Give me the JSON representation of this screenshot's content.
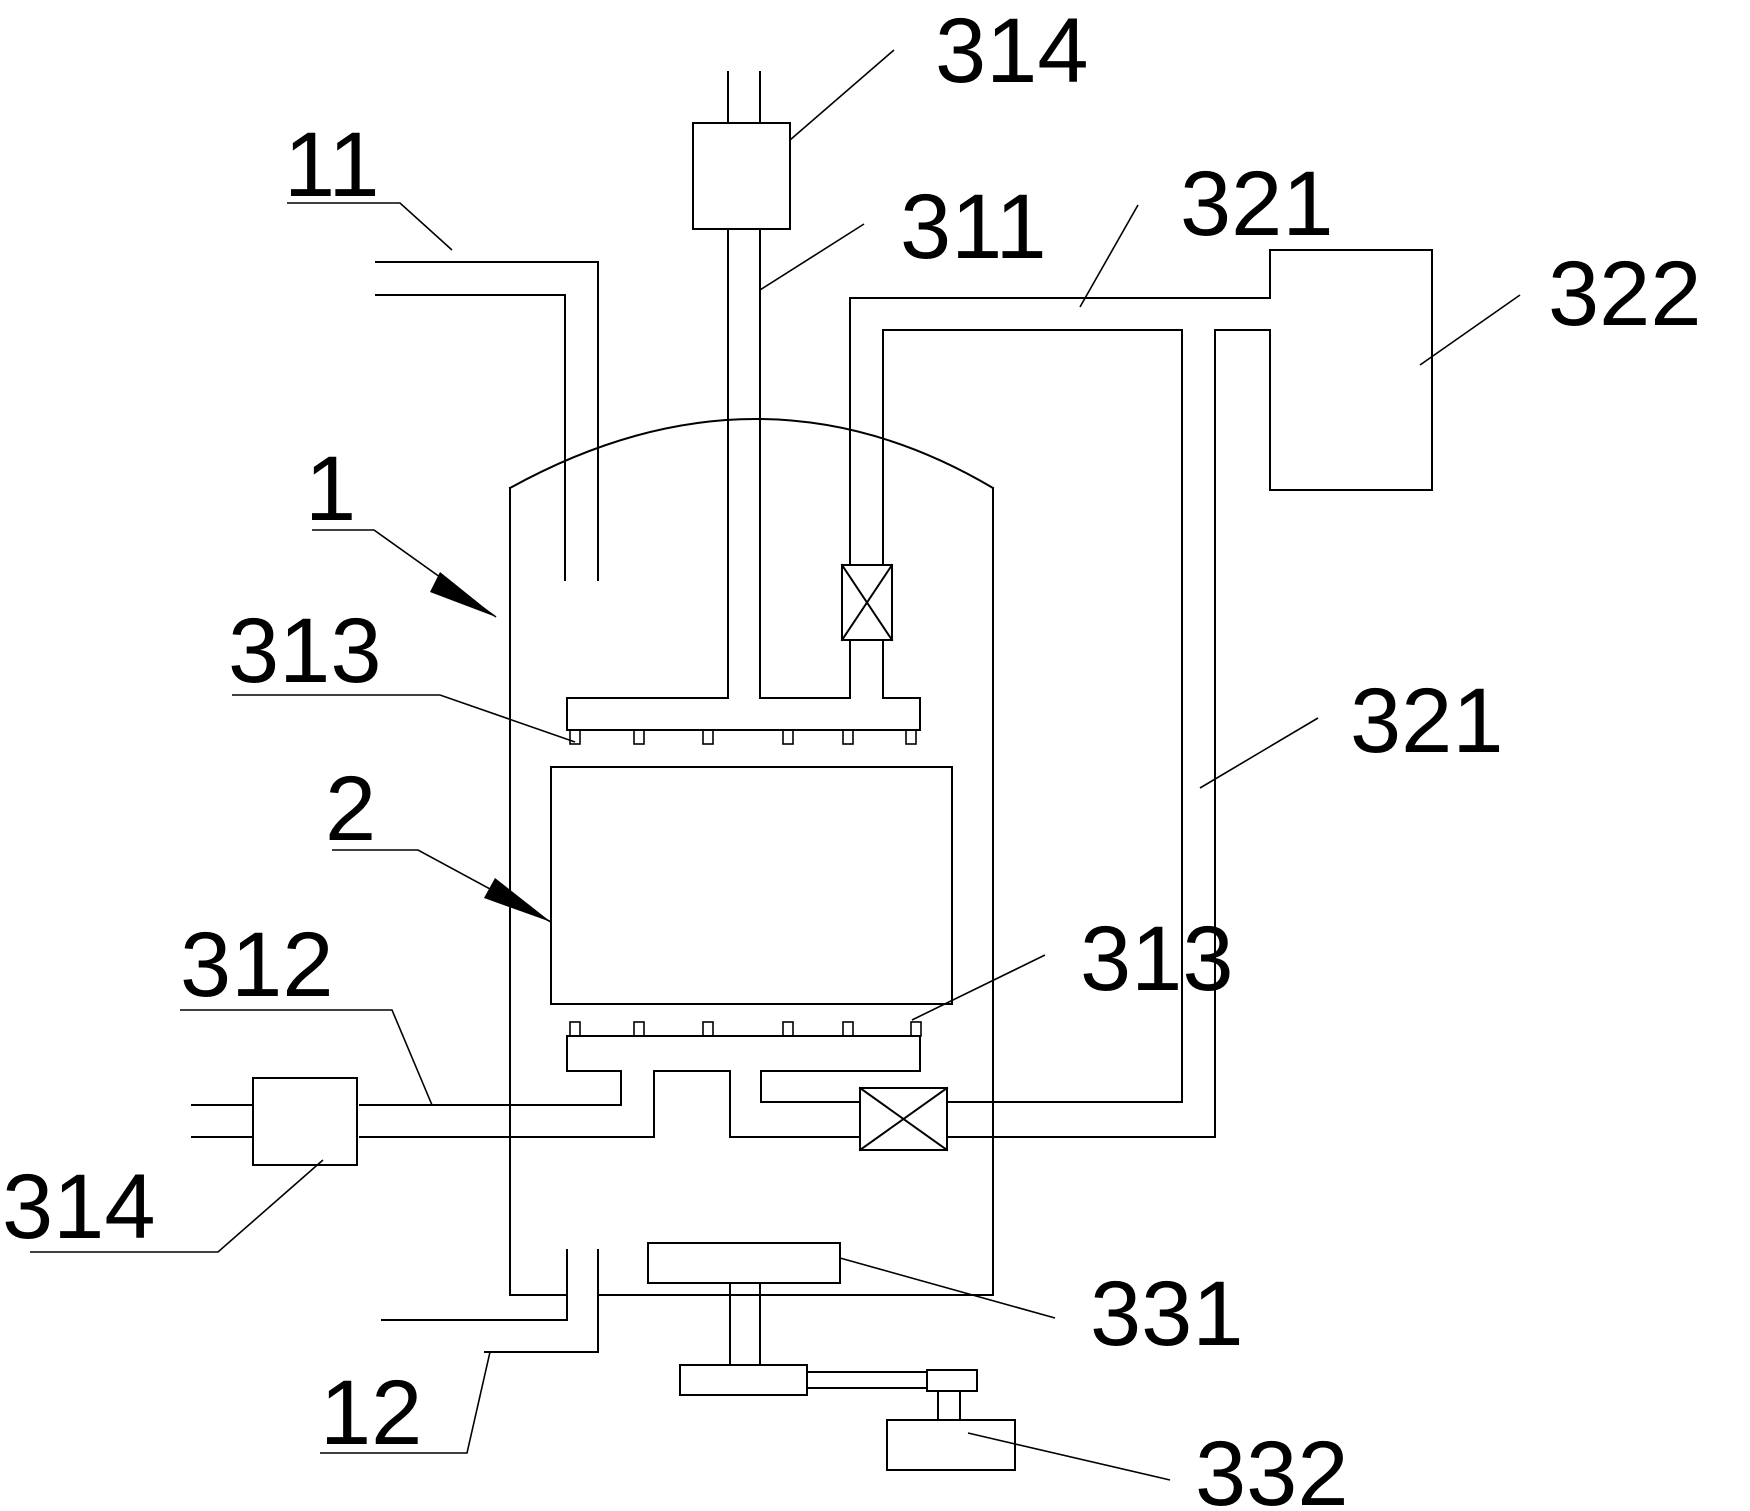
{
  "labels": {
    "tank": "1",
    "inlet_pipe": "11",
    "outlet_pipe": "12",
    "filter_media": "2",
    "top_supply_pipe": "311",
    "bottom_supply_pipe": "312",
    "top_distributor": "313",
    "bottom_distributor": "313",
    "top_pump": "314",
    "bottom_pump": "314",
    "upper_return_pipe": "321",
    "right_return_pipe": "321",
    "collection_tank": "322",
    "bottom_plate": "331",
    "motor": "332"
  }
}
